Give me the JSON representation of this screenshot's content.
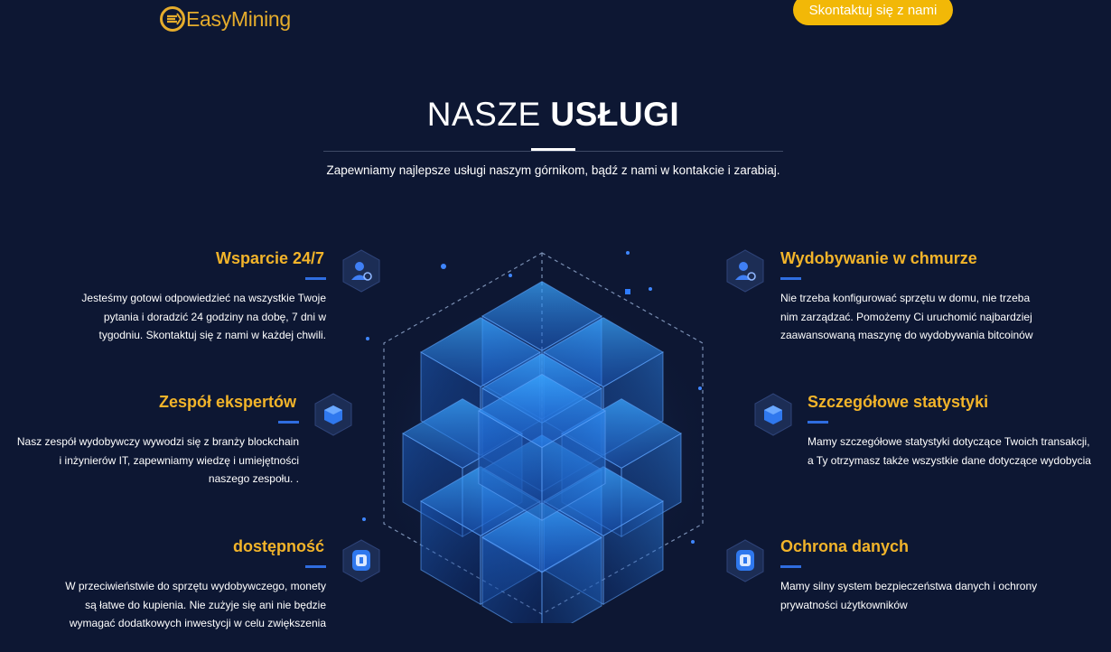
{
  "header": {
    "logo_text": "EasyMining",
    "contact_button": "Skontaktuj się z nami"
  },
  "section": {
    "title_light": "NASZE ",
    "title_bold": "USŁUGI",
    "subtitle": "Zapewniamy najlepsze usługi naszym górnikom, bądź z nami w kontakcie i zarabiaj."
  },
  "features": {
    "support": {
      "title": "Wsparcie 24/7",
      "line1": "Jesteśmy gotowi odpowiedzieć na wszystkie Twoje",
      "line2": "pytania i doradzić 24 godziny na dobę, 7 dni w",
      "line3": "tygodniu. Skontaktuj się z nami w każdej chwili.",
      "icon": "user-headset-icon"
    },
    "experts": {
      "title": "Zespół ekspertów",
      "line1": "Nasz zespół wydobywczy wywodzi się z branży blockchain",
      "line2": "i inżynierów IT, zapewniamy wiedzę i umiejętności",
      "line3": "naszego zespołu. .",
      "icon": "cube-icon"
    },
    "availability": {
      "title": "dostępność",
      "line1": "W przeciwieństwie do sprzętu wydobywczego, monety",
      "line2": "są łatwe do kupienia. Nie zużyje się ani nie będzie",
      "line3": "wymagać dodatkowych inwestycji w celu zwiększenia",
      "icon": "shield-coin-icon"
    },
    "cloud": {
      "title": "Wydobywanie w chmurze",
      "line1": "Nie trzeba konfigurować sprzętu w domu, nie trzeba",
      "line2": "nim zarządzać. Pomożemy Ci uruchomić najbardziej",
      "line3": "zaawansowaną maszynę do wydobywania bitcoinów",
      "icon": "user-headset-icon"
    },
    "stats": {
      "title": "Szczegółowe statystyki",
      "line1": "Mamy szczegółowe statystyki dotyczące Twoich transakcji,",
      "line2": "a Ty otrzymasz także wszystkie dane dotyczące wydobycia",
      "icon": "cube-icon"
    },
    "security": {
      "title": "Ochrona danych",
      "line1": "Mamy silny system bezpieczeństwa danych i ochrony",
      "line2": "prywatności użytkowników",
      "icon": "shield-coin-icon"
    }
  },
  "colors": {
    "background": "#0d1733",
    "accent_gold": "#f2b42a",
    "button_yellow": "#f2b807",
    "accent_blue": "#2f6de0"
  }
}
